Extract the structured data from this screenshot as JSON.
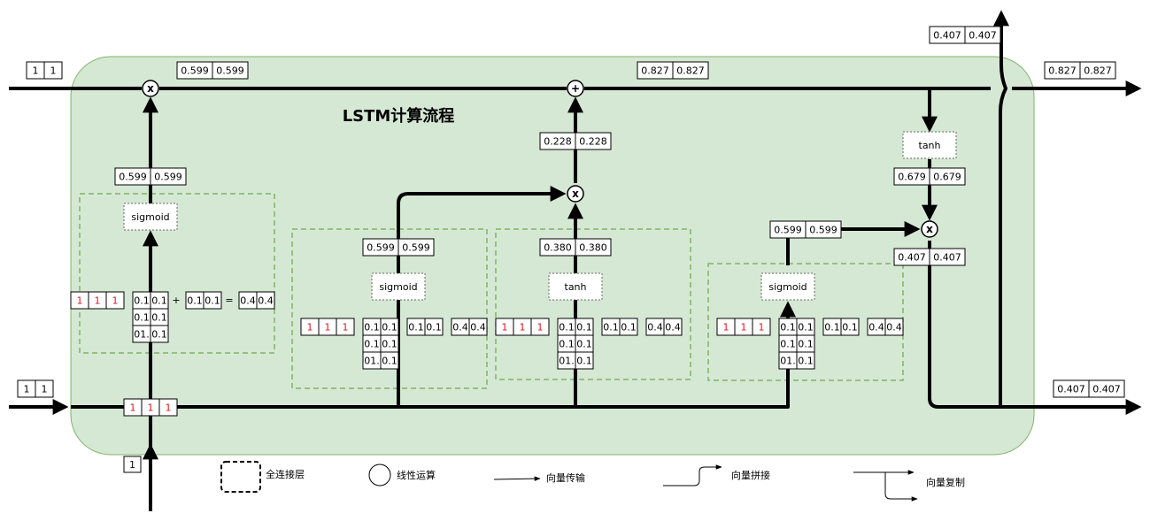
{
  "title": "LSTM计算流程",
  "inputs": {
    "c_prev": [
      "1",
      "1"
    ],
    "h_prev": [
      "1",
      "1"
    ],
    "x_t": [
      "1"
    ],
    "concat": [
      "1",
      "1",
      "1"
    ]
  },
  "cell_path": {
    "after_forget": [
      "0.599",
      "0.599"
    ],
    "after_add": [
      "0.827",
      "0.827"
    ],
    "c_out": [
      "0.827",
      "0.827"
    ],
    "add_term": [
      "0.228",
      "0.228"
    ]
  },
  "forget_gate": {
    "func": "sigmoid",
    "output": [
      "0.599",
      "0.599"
    ],
    "input_vec": [
      "1",
      "1",
      "1"
    ],
    "weights": [
      [
        "0.1",
        "0.1"
      ],
      [
        "0.1",
        "0.1"
      ],
      [
        "01.",
        "0.1"
      ]
    ],
    "bias": [
      "0.1",
      "0.1"
    ],
    "preact": [
      "0.4",
      "0.4"
    ],
    "plus": "+",
    "equals": "="
  },
  "input_gate": {
    "func": "sigmoid",
    "output": [
      "0.599",
      "0.599"
    ],
    "input_vec": [
      "1",
      "1",
      "1"
    ],
    "weights": [
      [
        "0.1",
        "0.1"
      ],
      [
        "0.1",
        "0.1"
      ],
      [
        "01.",
        "0.1"
      ]
    ],
    "bias": [
      "0.1",
      "0.1"
    ],
    "preact": [
      "0.4",
      "0.4"
    ]
  },
  "candidate": {
    "func": "tanh",
    "output": [
      "0.380",
      "0.380"
    ],
    "input_vec": [
      "1",
      "1",
      "1"
    ],
    "weights": [
      [
        "0.1",
        "0.1"
      ],
      [
        "0.1",
        "0.1"
      ],
      [
        "01.",
        "0.1"
      ]
    ],
    "bias": [
      "0.1",
      "0.1"
    ],
    "preact": [
      "0.4",
      "0.4"
    ]
  },
  "output_gate": {
    "func": "sigmoid",
    "output": [
      "0.599",
      "0.599"
    ],
    "input_vec": [
      "1",
      "1",
      "1"
    ],
    "weights": [
      [
        "0.1",
        "0.1"
      ],
      [
        "0.1",
        "0.1"
      ],
      [
        "01.",
        "0.1"
      ]
    ],
    "bias": [
      "0.1",
      "0.1"
    ],
    "preact": [
      "0.4",
      "0.4"
    ]
  },
  "output_stage": {
    "tanh_func": "tanh",
    "tanh_out": [
      "0.679",
      "0.679"
    ],
    "h_mult": [
      "0.407",
      "0.407"
    ],
    "h_up": [
      "0.407",
      "0.407"
    ],
    "h_out": [
      "0.407",
      "0.407"
    ]
  },
  "operators": {
    "multiply": "x",
    "add": "+"
  },
  "legend": {
    "fc_layer": "全连接层",
    "linear_op": "线性运算",
    "vector_transfer": "向量传输",
    "vector_concat": "向量拼接",
    "vector_copy": "向量复制"
  },
  "colors": {
    "cell_bg": "#d5e8d4",
    "cell_border": "#82b366",
    "fc_border": "#82b366",
    "input_red": "#e0141e",
    "line": "#000000"
  }
}
